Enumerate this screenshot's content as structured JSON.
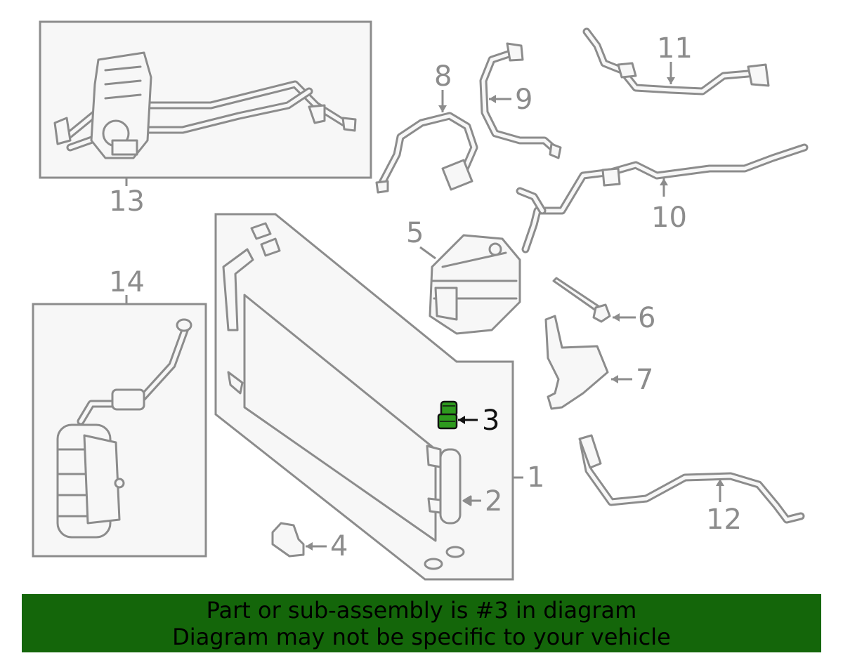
{
  "diagram": {
    "colors": {
      "line": "#8c8c8c",
      "fill": "#f7f7f7",
      "highlight": "#2e9a1e",
      "banner": "#14660a"
    },
    "callouts": {
      "c1": "1",
      "c2": "2",
      "c3": "3",
      "c4": "4",
      "c5": "5",
      "c6": "6",
      "c7": "7",
      "c8": "8",
      "c9": "9",
      "c10": "10",
      "c11": "11",
      "c12": "12",
      "c13": "13",
      "c14": "14"
    },
    "highlighted_part": "3"
  },
  "banner": {
    "line1": "Part or sub-assembly is #3 in diagram",
    "line2": "Diagram may not be specific to your vehicle"
  }
}
